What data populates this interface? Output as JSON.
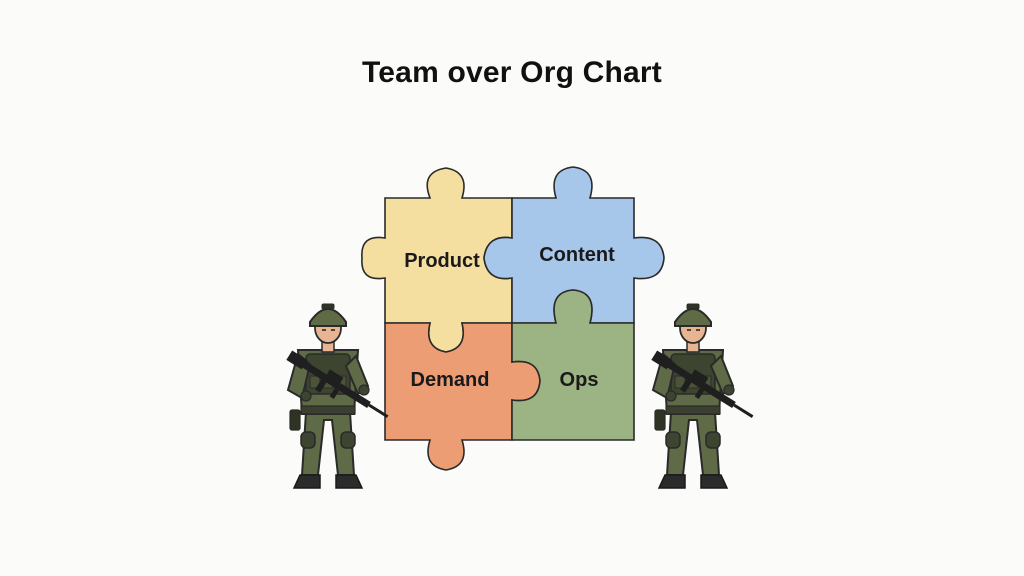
{
  "title": "Team over Org Chart",
  "puzzle": {
    "pieces": [
      {
        "label": "Product",
        "color": "#f5dfa0"
      },
      {
        "label": "Content",
        "color": "#a6c6ea"
      },
      {
        "label": "Demand",
        "color": "#ec9d73"
      },
      {
        "label": "Ops",
        "color": "#9cb383"
      }
    ]
  },
  "figures": [
    {
      "icon": "soldier-icon",
      "side": "left"
    },
    {
      "icon": "soldier-icon",
      "side": "right"
    }
  ],
  "colors": {
    "outline": "#2a2a2a",
    "uniform": "#5f6b47",
    "uniform_dark": "#3d4530",
    "skin": "#e8b592",
    "background": "#fbfbf9"
  }
}
